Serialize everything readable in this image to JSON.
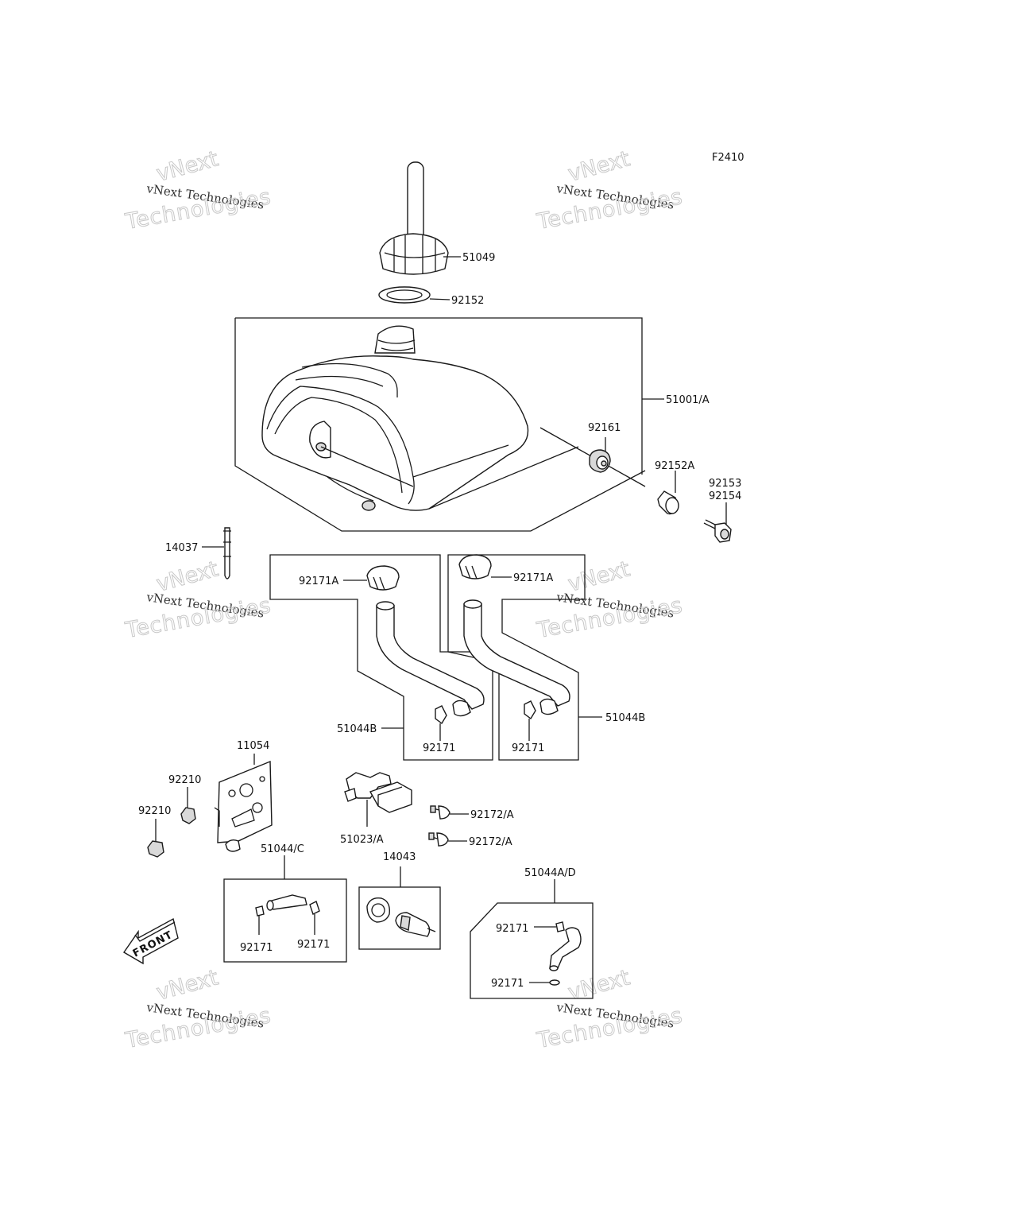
{
  "diagram_code": "F2410",
  "front_label": "FRONT",
  "watermark": {
    "line1": "vNext Technologies",
    "line2": "Technologies",
    "line3": "vNext"
  },
  "labels": {
    "p51049": "51049",
    "p92152": "92152",
    "p51001A": "51001/A",
    "p92161": "92161",
    "p92152A": "92152A",
    "p92153": "92153",
    "p92154": "92154",
    "p14037": "14037",
    "p92171A_left": "92171A",
    "p92171A_right": "92171A",
    "p51044B_left": "51044B",
    "p51044B_right": "51044B",
    "p92171_left": "92171",
    "p92171_right": "92171",
    "p11054": "11054",
    "p92210_a": "92210",
    "p92210_b": "92210",
    "p51023A": "51023/A",
    "p92172A_a": "92172/A",
    "p92172A_b": "92172/A",
    "p51044C": "51044/C",
    "p14043": "14043",
    "p51044AD": "51044A/D",
    "p92171_c1": "92171",
    "p92171_c2": "92171",
    "p92171_ad1": "92171",
    "p92171_ad2": "92171"
  }
}
